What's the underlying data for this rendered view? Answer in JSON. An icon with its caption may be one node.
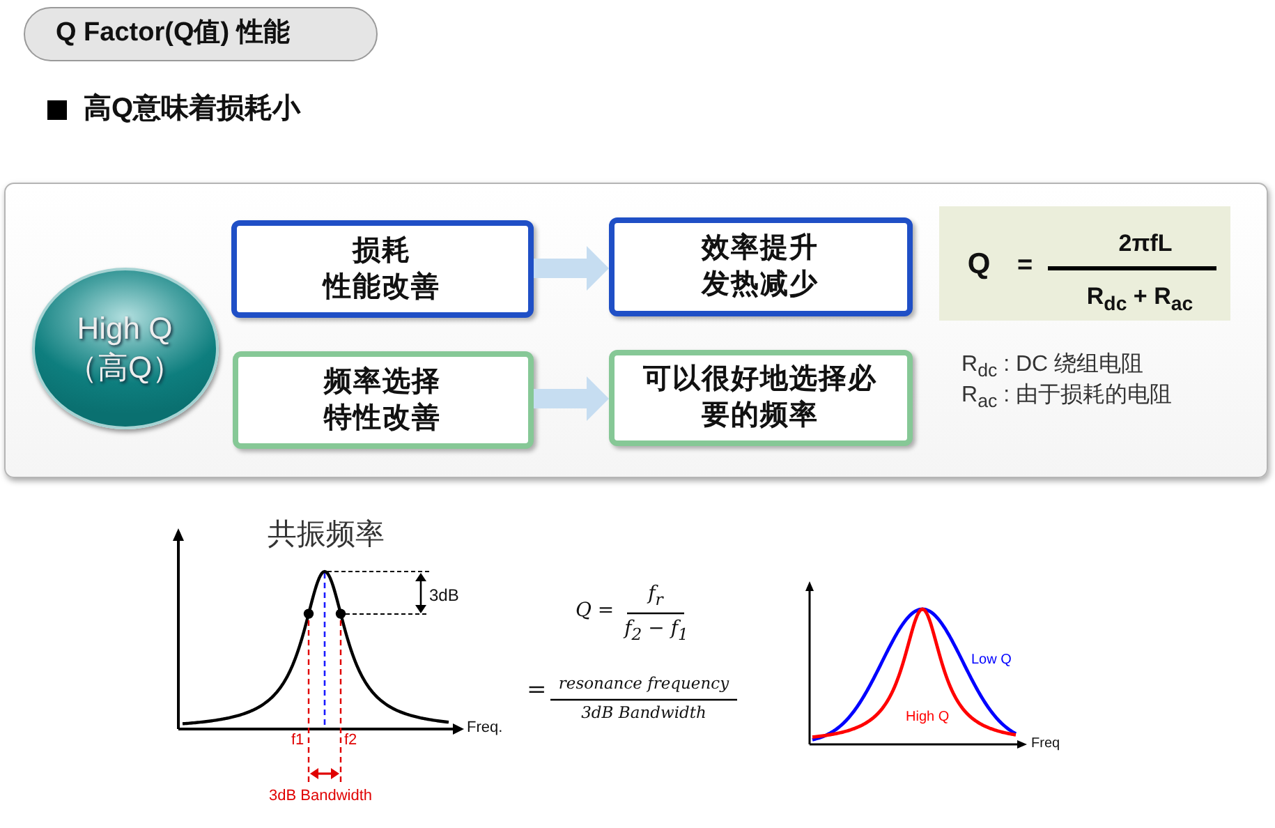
{
  "diagram": {
    "title": "Q Factor(Q值) 性能",
    "nodes": [
      {
        "text": [],
        "shape": "box"
      },
      {
        "text": [
          "High Q",
          "（高Q）"
        ],
        "in": 0
      },
      {
        "text": [
          "损耗性能改善"
        ],
        "in": 0
      },
      {
        "text": [
          "效率提升发热减少"
        ],
        "in": 0
      },
      {
        "text": [
          "Q",
          "=",
          "2πfL",
          "R$_{dc}$ + R$_{ac}$"
        ],
        "in": 0
      },
      {
        "text": [
          "频率选择特性改善"
        ],
        "in": 0
      },
      {
        "text": [
          "可以很好地选择必要的频率"
        ],
        "in": 0
      }
    ],
    "edges": [
      {
        "from": 2,
        "to": 3,
        "arrow": "to"
      },
      {
        "from": 5,
        "to": 6,
        "arrow": "to"
      }
    ],
    "labels": [
      "高Q意味着损耗小",
      "R$_{dc}$ : DC 绕组电阻",
      "R$_{ac}$ : 由于损耗的电阻",
      "共振频率",
      "3dB",
      "f1",
      "f2",
      "Freq.",
      "3dB Bandwidth",
      "Q =",
      "f$_{r}$",
      "f$_{2}$ − f$_{1}$",
      "=",
      "resonance frequency",
      "3dB Bandwidth",
      "Low Q",
      "High Q",
      "Freq"
    ]
  }
}
